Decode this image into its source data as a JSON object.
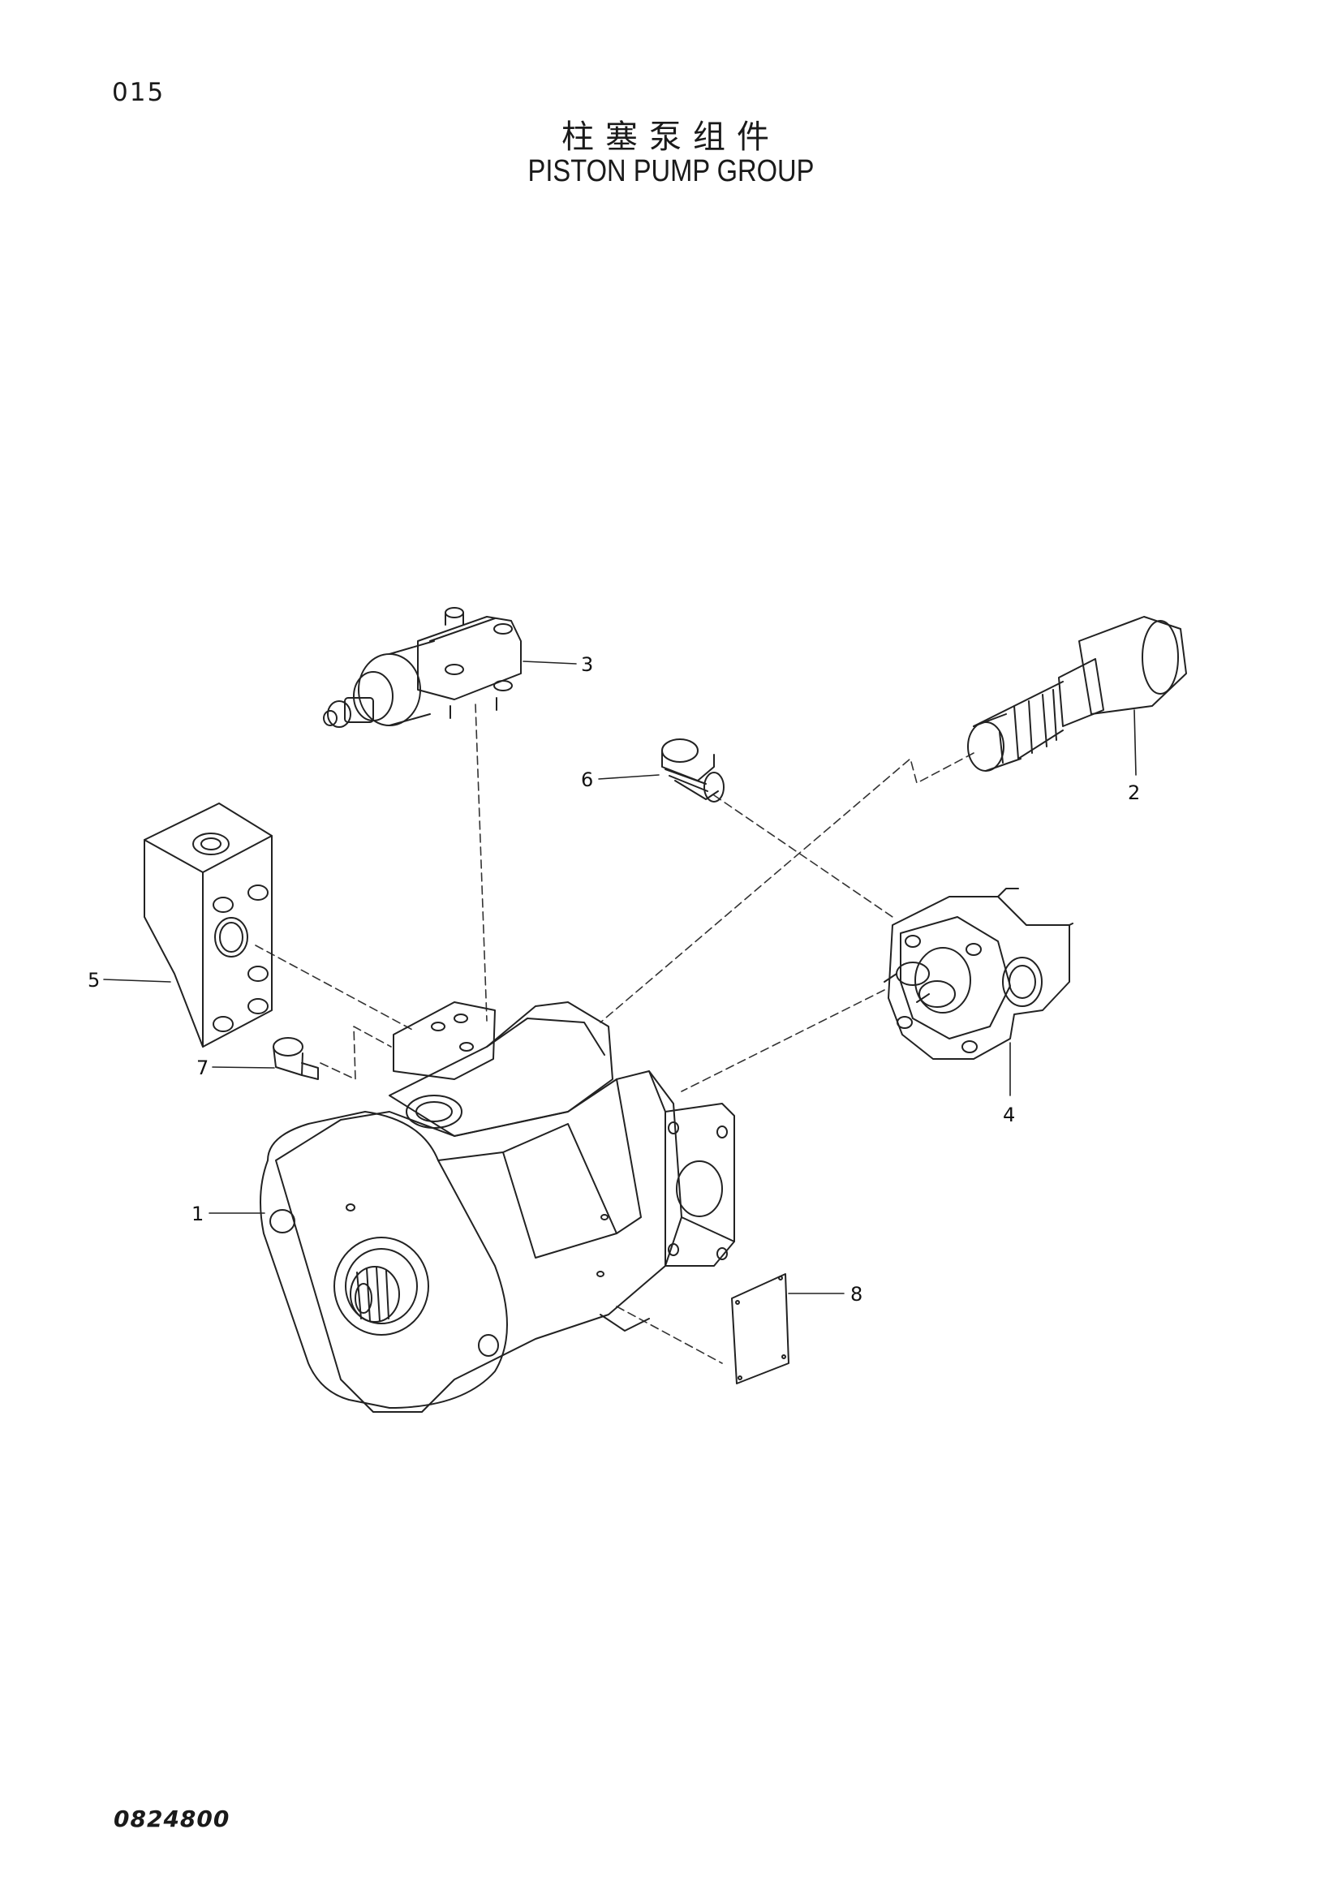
{
  "header": {
    "page_number": "015",
    "title_cn": "柱塞泵组件",
    "title_en": "PISTON PUMP GROUP"
  },
  "footer": {
    "doc_code": "0824800"
  },
  "callouts": [
    {
      "id": "1",
      "label": "1"
    },
    {
      "id": "2",
      "label": "2"
    },
    {
      "id": "3",
      "label": "3"
    },
    {
      "id": "4",
      "label": "4"
    },
    {
      "id": "5",
      "label": "5"
    },
    {
      "id": "6",
      "label": "6"
    },
    {
      "id": "7",
      "label": "7"
    },
    {
      "id": "8",
      "label": "8"
    }
  ]
}
